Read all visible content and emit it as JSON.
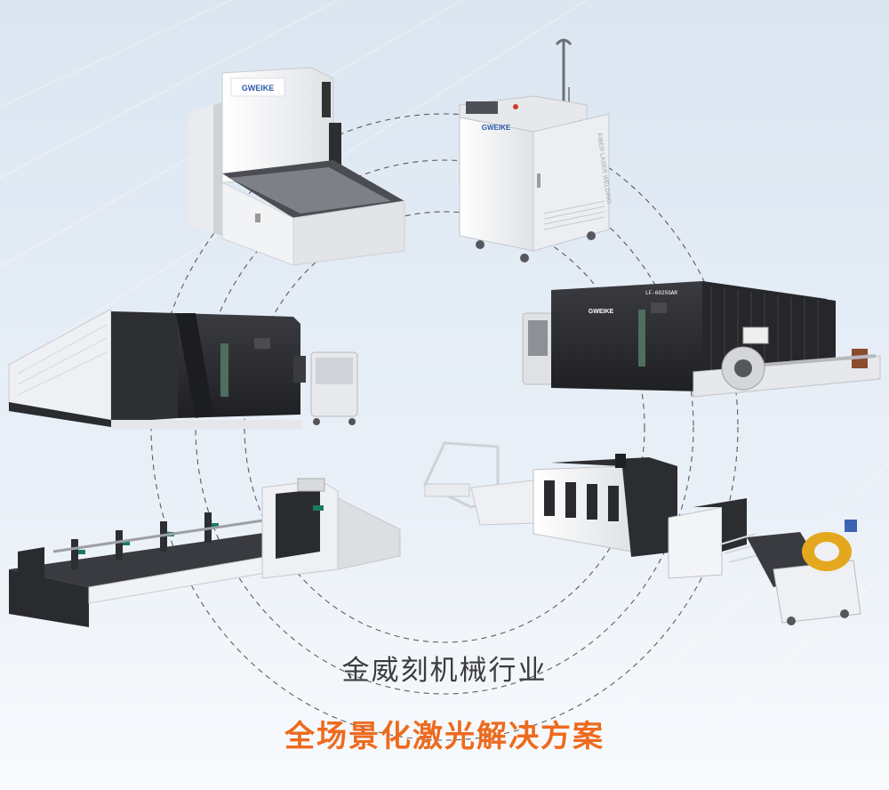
{
  "headline": "金威刻机械行业",
  "subheadline": "全场景化激光解决方案",
  "colors": {
    "headline": "#3c3c3c",
    "accent": "#ee6a1e",
    "machine_dark": "#2c2d31",
    "machine_white": "#f4f5f7",
    "glass_green": "#4f6e5e"
  },
  "machines": [
    {
      "id": "press-brake",
      "brand": "GWEIKE"
    },
    {
      "id": "laser-welder",
      "brand": "GWEIKE",
      "side_text": "FIBER LASER WELDING"
    },
    {
      "id": "tube-sheet-cutter",
      "brand": "GWEIKE",
      "model": "LF-6025GAR"
    },
    {
      "id": "enclosed-sheet-cutter"
    },
    {
      "id": "tube-cutter"
    },
    {
      "id": "coil-fed-line"
    }
  ]
}
